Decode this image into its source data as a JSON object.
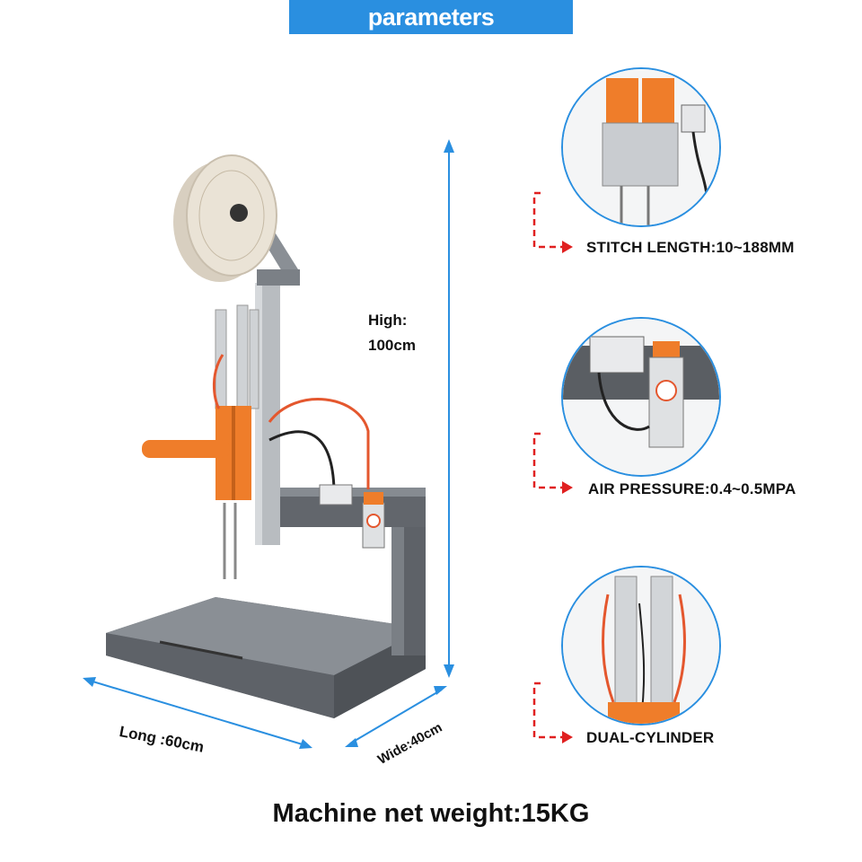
{
  "header": {
    "title": "parameters"
  },
  "dimensions": {
    "high_line1": "High:",
    "high_line2": "100cm",
    "long": "Long :60cm",
    "wide": "Wide:40cm"
  },
  "specs": [
    {
      "label": "STITCH LENGTH:10~188MM",
      "icon": "needle-closeup"
    },
    {
      "label": "AIR PRESSURE:0.4~0.5MPA",
      "icon": "regulator-closeup"
    },
    {
      "label": "DUAL-CYLINDER",
      "icon": "cylinder-closeup"
    }
  ],
  "footer": {
    "text": "Machine net weight:15KG"
  },
  "colors": {
    "banner": "#2a8fe0",
    "dimension_arrow": "#2a8fe0",
    "connector": "#e02020",
    "accent_orange": "#ef7d2a",
    "frame_gray": "#6d7177"
  }
}
